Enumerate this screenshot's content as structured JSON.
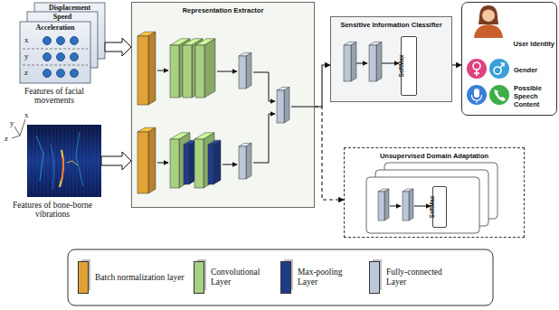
{
  "diagram": {
    "nodes": [
      {
        "text": [
          "Displacement"
        ]
      },
      {
        "text": [
          "Speed"
        ]
      },
      {
        "text": [
          "Acceleration"
        ]
      },
      {
        "text": [
          "Features of bone-borne vibrations"
        ]
      },
      {
        "text": [
          "Representation Extractor"
        ]
      },
      {
        "text": [
          "Sensitive Information Classifier"
        ]
      },
      {
        "text": [
          "SoftMax"
        ],
        "in": 5
      },
      {
        "text": [
          "User Identity",
          "Gender",
          "Possible Speech Content"
        ]
      },
      {
        "text": [
          "Unsupervised Domain Adaptation"
        ]
      },
      {
        "text": [
          "SoftMax"
        ],
        "in": 8
      }
    ],
    "edges": [
      {
        "from": 0,
        "to": 4,
        "arrow": "to"
      },
      {
        "from": 3,
        "to": 4,
        "arrow": "to"
      },
      {
        "from": 4,
        "to": 5,
        "arrow": "to"
      },
      {
        "from": 5,
        "to": 7,
        "arrow": "to"
      },
      {
        "from": 4,
        "to": 8,
        "arrow": "to"
      }
    ],
    "labels": [
      "x",
      "y",
      "z",
      "Features of facial movements",
      "x",
      "y",
      "z"
    ],
    "legend": [
      {
        "text": "Batch normalization layer",
        "color": "#e3a235"
      },
      {
        "text": "Convolutional Layer",
        "color": "#a8d081"
      },
      {
        "text": "Max-pooling Layer",
        "color": "#1f3c8a"
      },
      {
        "text": "Fully-connected Layer",
        "color": "#bcc7d8"
      }
    ]
  }
}
